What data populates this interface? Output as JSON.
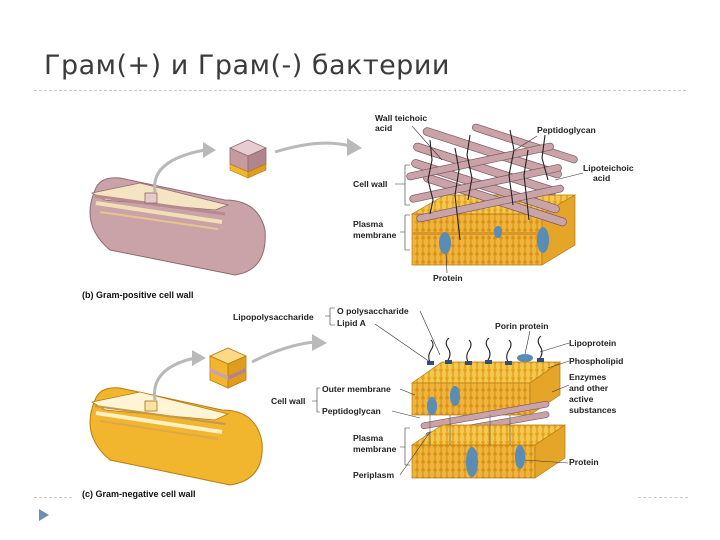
{
  "slide": {
    "title": "Грам(+) и Грам(-) бактерии"
  },
  "gram_positive": {
    "caption": "(b) Gram-positive cell wall",
    "labels": {
      "wall_teichoic_line1": "Wall teichoic",
      "wall_teichoic_line2": "acid",
      "peptidoglycan": "Peptidoglycan",
      "lipoteichoic_line1": "Lipoteichoic",
      "lipoteichoic_line2": "acid",
      "cell_wall": "Cell wall",
      "plasma_line1": "Plasma",
      "plasma_line2": "membrane",
      "protein": "Protein"
    },
    "colors": {
      "body": "#c9a3a8",
      "wall": "#b48a8f",
      "membrane": "#f0b43c"
    }
  },
  "gram_negative": {
    "caption": "(c) Gram-negative cell wall",
    "labels": {
      "lipopolysaccharide": "Lipopolysaccharide",
      "o_polysaccharide": "O polysaccharide",
      "lipid_a": "Lipid A",
      "porin_protein": "Porin protein",
      "lipoprotein": "Lipoprotein",
      "phospholipid": "Phospholipid",
      "enzymes_line1": "Enzymes",
      "enzymes_line2": "and other",
      "enzymes_line3": "active",
      "enzymes_line4": "substances",
      "cell_wall": "Cell wall",
      "outer_membrane": "Outer membrane",
      "peptidoglycan": "Peptidoglycan",
      "plasma_line1": "Plasma",
      "plasma_line2": "membrane",
      "periplasm": "Periplasm",
      "protein": "Protein"
    },
    "colors": {
      "body": "#f2b52e",
      "wall": "#e79a1c",
      "membrane": "#f0b43c"
    }
  },
  "colors": {
    "arrow": "#b9b9b9",
    "lipid_head": "#f2c14e",
    "protein": "#5a8db5",
    "rod": "#c9a3a8"
  },
  "icons": {
    "bullet": "triangle-bullet-icon"
  }
}
